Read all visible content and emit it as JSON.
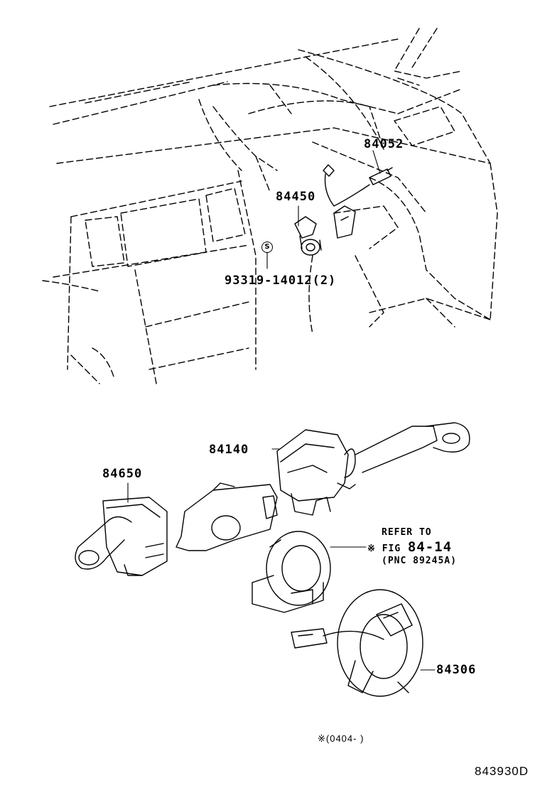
{
  "parts": {
    "p84052": "84052",
    "p84450": "84450",
    "p93319": "93319-14012(2)",
    "p84140": "84140",
    "p84650": "84650",
    "p84306": "84306"
  },
  "refer": {
    "line1": "REFER TO",
    "prefix": "※ FIG",
    "fig": "84-14",
    "pnc": "(PNC 89245A)"
  },
  "s_mark": "S",
  "footnote": "※(0404-      )",
  "drawing_id": "843930D"
}
